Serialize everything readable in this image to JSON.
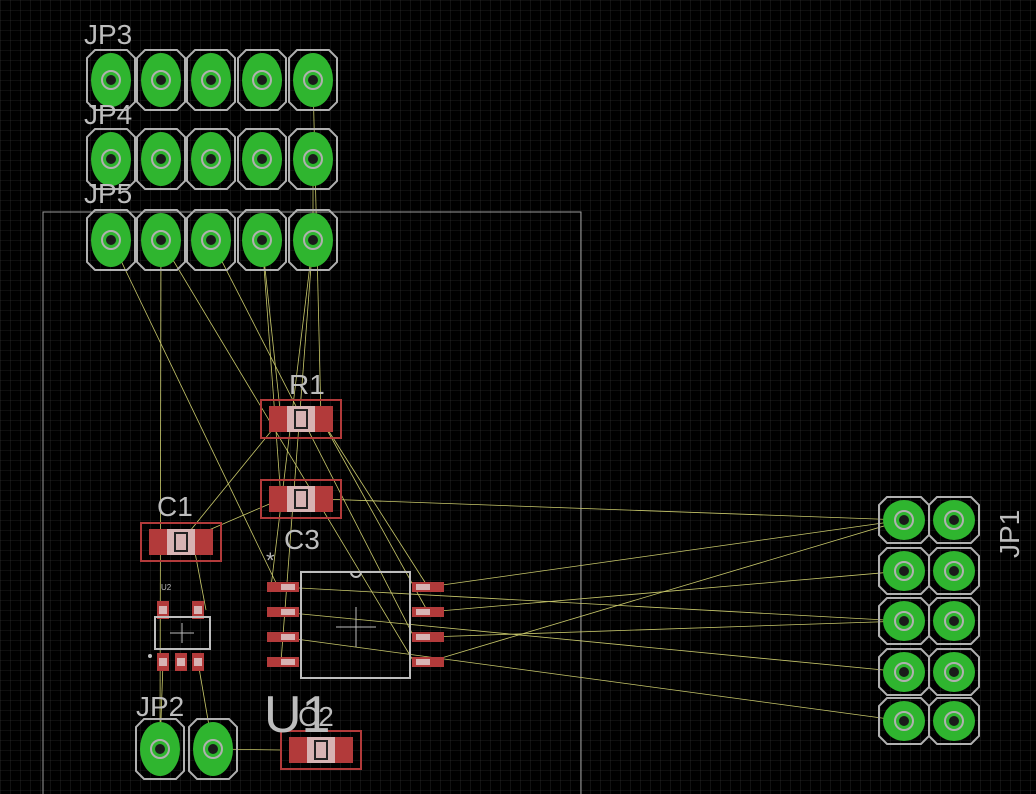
{
  "view": {
    "background": "#000000",
    "grid_color": "#3c3c3c",
    "outline_color": "#9a9a9a",
    "airwire_color": "#c8c86a",
    "pad_fill": "#2fb52f",
    "pad_outline": "#b0b0b0",
    "smd_pad_color": "#b23a3a",
    "label_color": "#bdbdbd"
  },
  "components": {
    "jp3": {
      "name": "JP3"
    },
    "jp4": {
      "name": "JP4"
    },
    "jp5": {
      "name": "JP5"
    },
    "jp1": {
      "name": "JP1"
    },
    "jp2": {
      "name": "JP2"
    },
    "r1": {
      "name": "R1"
    },
    "c1": {
      "name": "C1"
    },
    "c2": {
      "name": "C2"
    },
    "c3": {
      "name": "C3"
    },
    "u1": {
      "name": "U1"
    },
    "u2": {
      "name": "U2"
    }
  },
  "markers": {
    "pin1_star": "*"
  }
}
